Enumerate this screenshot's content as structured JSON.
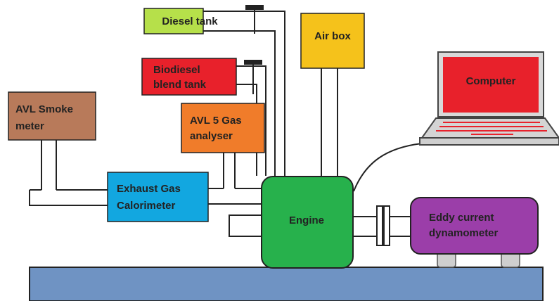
{
  "colors": {
    "diesel_tank": "#b6e04a",
    "biodiesel_tank": "#e8212b",
    "air_box": "#f5c21b",
    "smoke_meter": "#b87a5a",
    "gas_analyser": "#f07c2a",
    "calorimeter": "#12a7e0",
    "engine": "#27b14c",
    "dynamometer": "#9b3ea9",
    "computer_screen": "#e8212b",
    "base": "#6f93c3",
    "foot": "#cfcfcf"
  },
  "labels": {
    "diesel_tank": "Diesel tank",
    "biodiesel_line1": "Biodiesel",
    "biodiesel_line2": "blend tank",
    "air_box": "Air box",
    "computer": "Computer",
    "smoke_line1": "AVL Smoke",
    "smoke_line2": "meter",
    "gas_line1": "AVL 5 Gas",
    "gas_line2": "analyser",
    "calorimeter_line1": "Exhaust Gas",
    "calorimeter_line2": "Calorimeter",
    "engine": "Engine",
    "dyno_line1": "Eddy current",
    "dyno_line2": "dynamometer"
  },
  "icons": {
    "valve": "valve-icon",
    "laptop": "laptop-icon",
    "coupling": "coupling-icon"
  }
}
